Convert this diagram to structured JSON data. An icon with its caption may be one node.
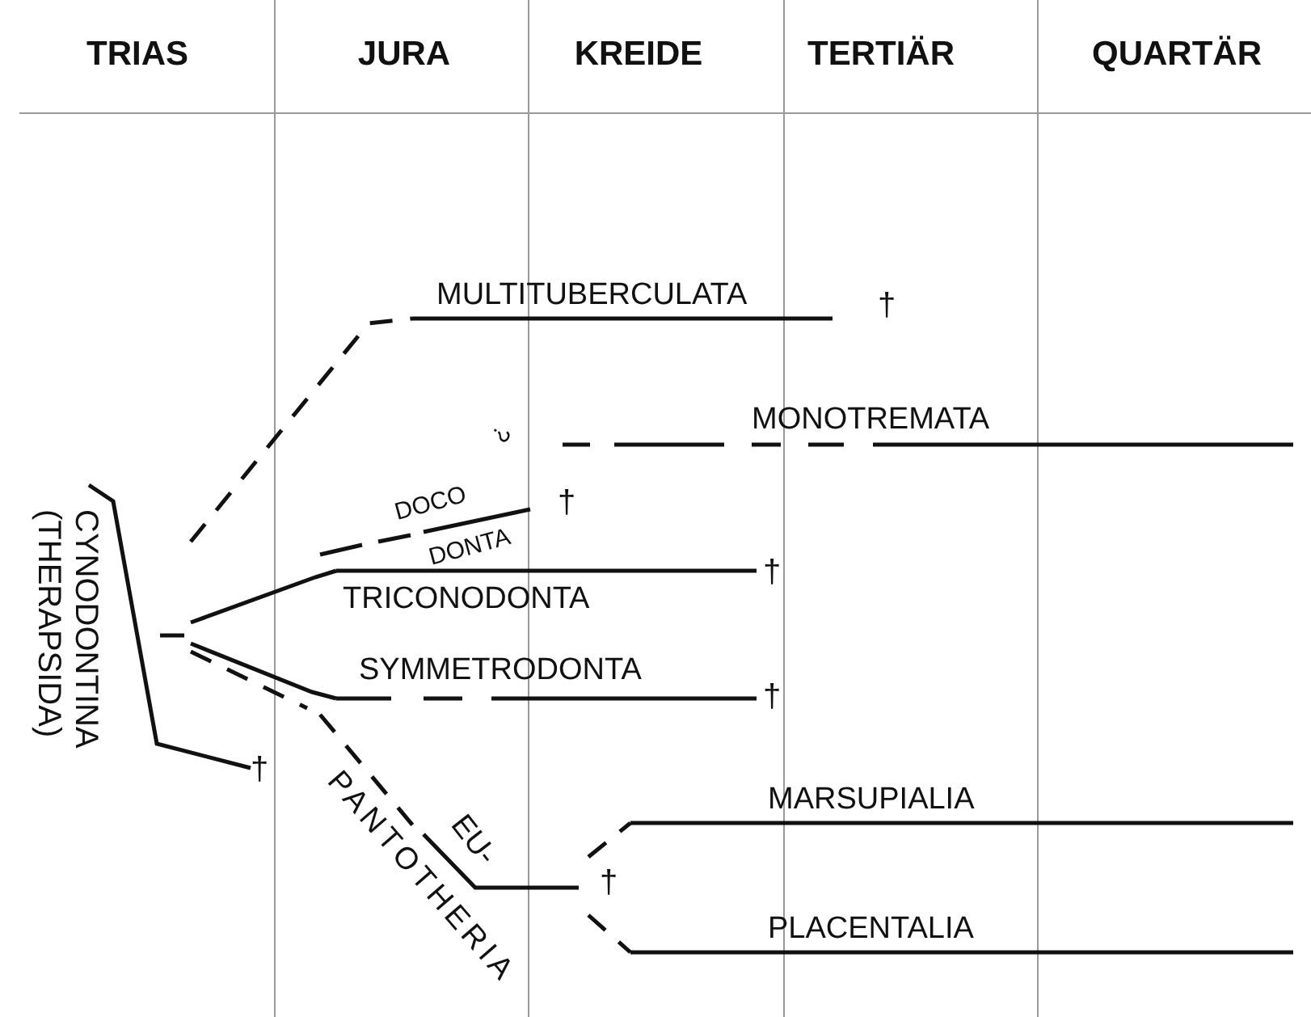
{
  "diagram": {
    "nodes": [
      {
        "text": [
          "CYNODONTINA (THERAPSIDA)"
        ]
      },
      {
        "text": [
          "MULTITUBERCULATA"
        ],
        "beside": [
          "†"
        ]
      },
      {
        "text": [
          "MONOTREMATA"
        ],
        "beside": [
          "?"
        ]
      },
      {
        "text": [
          "DOCO",
          "DONTA"
        ],
        "beside": [
          "†"
        ]
      },
      {
        "text": [
          "TRICONODONTA"
        ],
        "beside": [
          "†"
        ]
      },
      {
        "text": [
          "SYMMETRODONTA"
        ],
        "beside": [
          "†"
        ]
      },
      {
        "text": [
          "EU-",
          "PANTOTHERIA"
        ],
        "beside": [
          "†"
        ]
      },
      {
        "text": [
          "MARSUPIALIA"
        ]
      },
      {
        "text": [
          "PLACENTALIA"
        ]
      }
    ],
    "edges": [
      {
        "from": 0,
        "to": 1,
        "arrow": "none",
        "style": "dashed"
      },
      {
        "from": 0,
        "to": 4,
        "arrow": "none"
      },
      {
        "from": 0,
        "to": 5,
        "arrow": "none"
      },
      {
        "from": 0,
        "to": 6,
        "arrow": "none",
        "style": "dashed"
      },
      {
        "from": 6,
        "to": 7,
        "arrow": "none",
        "style": "dashed"
      },
      {
        "from": 6,
        "to": 8,
        "arrow": "none",
        "style": "dashed"
      }
    ],
    "labels": [
      "TRIAS",
      "JURA",
      "KREIDE",
      "TERTIÄR",
      "QUARTÄR",
      "†"
    ]
  }
}
